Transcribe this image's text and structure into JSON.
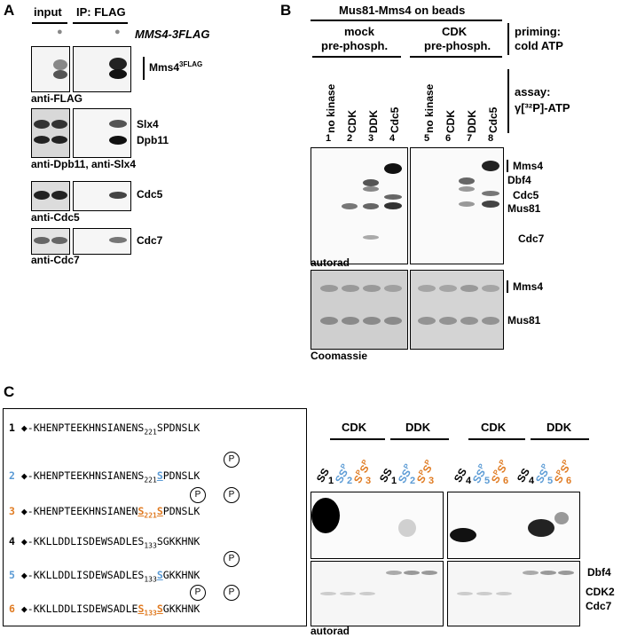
{
  "panelA": {
    "label": "A",
    "header_input": "input",
    "header_ip": "IP: FLAG",
    "dot": "●",
    "header_construct": "MMS4-3FLAG",
    "band_mms4": "Mms4",
    "band_mms4_sup": "3FLAG",
    "ab_flag": "anti-FLAG",
    "band_slx4": "Slx4",
    "band_dpb11": "Dpb11",
    "ab_dpb11": "anti-Dpb11, anti-Slx4",
    "band_cdc5": "Cdc5",
    "ab_cdc5": "anti-Cdc5",
    "band_cdc7": "Cdc7",
    "ab_cdc7": "anti-Cdc7"
  },
  "panelB": {
    "label": "B",
    "title": "Mus81-Mms4 on beads",
    "group1": "mock\npre-phosph.",
    "group1_l1": "mock",
    "group1_l2": "pre-phosph.",
    "group2_l1": "CDK",
    "group2_l2": "pre-phosph.",
    "priming_l1": "priming:",
    "priming_l2": "cold ATP",
    "assay_l1": "assay:",
    "assay_l2": "γ[³²P]-ATP",
    "lanes": [
      {
        "name": "no kinase",
        "num": "1"
      },
      {
        "name": "CDK",
        "num": "2"
      },
      {
        "name": "DDK",
        "num": "3"
      },
      {
        "name": "Cdc5",
        "num": "4"
      },
      {
        "name": "no kinase",
        "num": "5"
      },
      {
        "name": "CDK",
        "num": "6"
      },
      {
        "name": "DDK",
        "num": "7"
      },
      {
        "name": "Cdc5",
        "num": "8"
      }
    ],
    "band_mms4": "Mms4",
    "band_dbf4": "Dbf4",
    "band_cdc5": "Cdc5",
    "band_mus81": "Mus81",
    "band_cdc7": "Cdc7",
    "autorad": "autorad",
    "coom_mms4": "Mms4",
    "coom_mus81": "Mus81",
    "coomassie": "Coomassie"
  },
  "panelC": {
    "label": "C",
    "peptides": [
      {
        "num": "1",
        "pre": "◆-KHENPTEEKHNSIANENS",
        "site1": "",
        "sub1": "221",
        "site2": "S",
        "post": "PDNSLK"
      },
      {
        "num": "2",
        "pre": "◆-KHENPTEEKHNSIANENS",
        "site1": "",
        "sub1": "221",
        "site2": "S",
        "post": "PDNSLK"
      },
      {
        "num": "3",
        "pre": "◆-KHENPTEEKHNSIANEN",
        "site1": "S",
        "sub1": "221",
        "site2": "S",
        "post": "PDNSLK"
      },
      {
        "num": "4",
        "pre": "◆-KKLLDDLISDEWSADLES",
        "site1": "",
        "sub1": "133",
        "site2": "S",
        "post": "GKKHNK"
      },
      {
        "num": "5",
        "pre": "◆-KKLLDDLISDEWSADLES",
        "site1": "",
        "sub1": "133",
        "site2": "S",
        "post": "GKKHNK"
      },
      {
        "num": "6",
        "pre": "◆-KKLLDDLISDEWSADLE",
        "site1": "S",
        "sub1": "133",
        "site2": "S",
        "post": "GKKHNK"
      }
    ],
    "p_mark": "P",
    "kinase_headers": [
      "CDK",
      "DDK",
      "CDK",
      "DDK"
    ],
    "ss": "SS",
    "s": "S",
    "p": "P",
    "lane_nums": [
      "1",
      "2",
      "3",
      "1",
      "2",
      "3",
      "4",
      "5",
      "6",
      "4",
      "5",
      "6"
    ],
    "band_dbf4": "Dbf4",
    "band_cdk2": "CDK2",
    "band_cdc7": "Cdc7",
    "autorad": "autorad"
  }
}
